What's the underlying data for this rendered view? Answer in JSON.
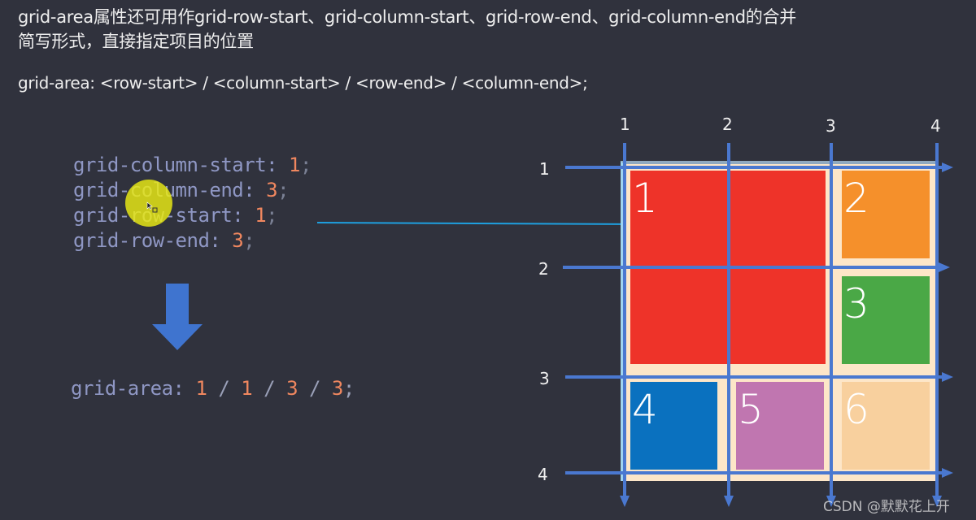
{
  "heading": {
    "line1": "grid-area属性还可用作grid-row-start、grid-column-start、grid-row-end、grid-column-end的合并",
    "line2": "简写形式，直接指定项目的位置"
  },
  "syntax": "grid-area: <row-start> / <column-start> / <row-end> / <column-end>;",
  "code": [
    {
      "prop": "grid-column-start: ",
      "value": "1",
      "semi": ";"
    },
    {
      "prop": "grid-column-end: ",
      "value": "3",
      "semi": ";"
    },
    {
      "prop": "grid-row-start: ",
      "value": "1",
      "semi": ";"
    },
    {
      "prop": "grid-row-end: ",
      "value": "3",
      "semi": ";"
    }
  ],
  "result": {
    "prop": "grid-area: ",
    "v1": "1",
    "sep1": " / ",
    "v2": "1",
    "sep2": " / ",
    "v3": "3",
    "sep3": " / ",
    "v4": "3",
    "semi": ";"
  },
  "grid": {
    "column_lines": [
      "1",
      "2",
      "3",
      "4"
    ],
    "row_lines": [
      "1",
      "2",
      "3",
      "4"
    ],
    "items": [
      {
        "label": "1",
        "color": "#ee3329"
      },
      {
        "label": "2",
        "color": "#f5902b"
      },
      {
        "label": "3",
        "color": "#4aa846"
      },
      {
        "label": "4",
        "color": "#0a71bf"
      },
      {
        "label": "5",
        "color": "#c076b0"
      },
      {
        "label": "6",
        "color": "#f8d09e"
      }
    ],
    "background_color": "#fde6c8",
    "line_color": "#4a78d0"
  },
  "colors": {
    "background": "#30323d",
    "code_property": "#8f97c4",
    "code_number": "#f0875f",
    "arrow": "#3f74cf",
    "connector": "#1ea0e0",
    "cursor_highlight": "#ebeb14"
  },
  "watermark": "CSDN @默默花上开"
}
